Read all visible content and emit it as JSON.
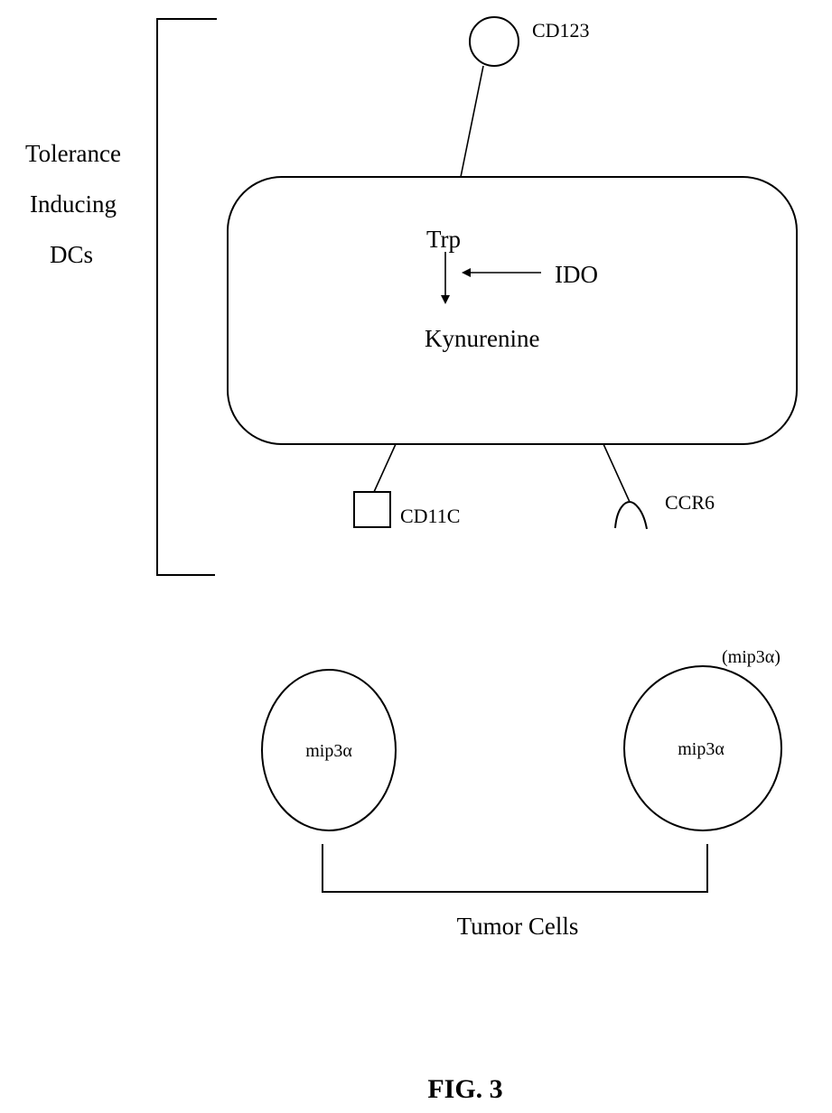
{
  "diagram": {
    "group_label_lines": [
      "Tolerance",
      "Inducing",
      "DCs"
    ],
    "markers": {
      "top": "CD123",
      "bottom_left": "CD11C",
      "bottom_right": "CCR6"
    },
    "cell_interior": {
      "substrate": "Trp",
      "enzyme": "IDO",
      "product": "Kynurenine"
    },
    "tumor_cells": {
      "left_cell_label": "mip3α",
      "right_cell_label": "mip3α",
      "secreted_label": "(mip3α)",
      "group_label": "Tumor Cells"
    },
    "figure_caption": "FIG. 3"
  }
}
